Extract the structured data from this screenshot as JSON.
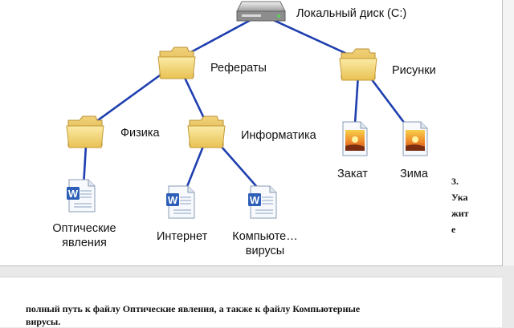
{
  "diagram": {
    "root": {
      "label": "Локальный диск (C:)",
      "icon": "hard-drive-icon"
    },
    "folders": {
      "referaty": {
        "label": "Рефераты",
        "icon": "folder-icon"
      },
      "risunki": {
        "label": "Рисунки",
        "icon": "folder-icon"
      },
      "fizika": {
        "label": "Физика",
        "icon": "folder-icon"
      },
      "informatika": {
        "label": "Информатика",
        "icon": "folder-icon"
      }
    },
    "files": {
      "opticheskie": {
        "label_line1": "Оптические",
        "label_line2": "явления",
        "icon": "word-document-icon"
      },
      "internet": {
        "label": "Интернет",
        "icon": "word-document-icon"
      },
      "komputernye": {
        "label_line1": "Компьюте…",
        "label_line2": "вирусы",
        "icon": "word-document-icon"
      },
      "zakat": {
        "label": "Закат",
        "icon": "image-file-icon"
      },
      "zima": {
        "label": "Зима",
        "icon": "image-file-icon"
      }
    },
    "connector_color": "#1f3fb0",
    "folder_color": "#f3d77a"
  },
  "side_note": {
    "line1": "3.",
    "line2": "Ука",
    "line3": "жит",
    "line4": "е"
  },
  "body_text": {
    "line1": "полный путь к файлу Оптические явления, а также к файлу Компьютерные",
    "line2": "вирусы."
  }
}
